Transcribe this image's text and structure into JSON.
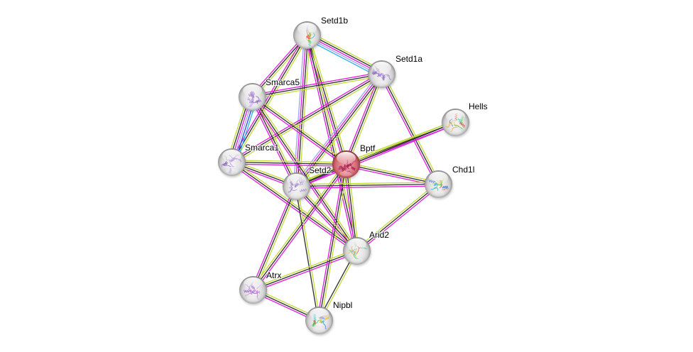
{
  "network": {
    "query_protein": "Bptf",
    "colors": {
      "query_node": "#de7e86",
      "default_node": "#e4e4e4",
      "label_text": "#000000",
      "background": "#ffffff"
    },
    "evidence_order": [
      "textmining",
      "coexpression",
      "experiments",
      "homology",
      "cooccurrence",
      "databases"
    ],
    "evidence_colors": {
      "textmining": "#c3dc3c",
      "coexpression": "#333333",
      "experiments": "#e022e0",
      "homology": "#a3a3f8",
      "cooccurrence": "#2a4ee0",
      "databases": "#30b4e4"
    },
    "nodes": [
      {
        "id": "Bptf",
        "label": "Bptf",
        "is_query": true,
        "structure_colors": [
          "#b01e5a",
          "#c23a70",
          "#8e1a46"
        ]
      },
      {
        "id": "Smarca5",
        "label": "Smarca5",
        "is_query": false,
        "structure_colors": [
          "#a37ad1",
          "#bb95e3",
          "#8e66c0"
        ]
      },
      {
        "id": "Smarca1",
        "label": "Smarca1",
        "is_query": false,
        "structure_colors": [
          "#a37ad1",
          "#bb95e3",
          "#8e66c0"
        ]
      },
      {
        "id": "Setd1a",
        "label": "Setd1a",
        "is_query": false,
        "structure_colors": [
          "#9c74cc",
          "#b893e0",
          "#8160b6"
        ]
      },
      {
        "id": "Setd1b",
        "label": "Setd1b",
        "is_query": false,
        "structure_colors": [
          "#3cc3c8",
          "#78d15a",
          "#e6d54a",
          "#e25a4a",
          "#4a6ae0",
          "#b77ad6"
        ]
      },
      {
        "id": "Setd2",
        "label": "Setd2",
        "is_query": false,
        "structure_colors": [
          "#8f6cbe",
          "#a98bd2"
        ]
      },
      {
        "id": "Hells",
        "label": "Hells",
        "is_query": false,
        "structure_colors": [
          "#e2553a",
          "#f0a437",
          "#e3d446",
          "#62c35f",
          "#34c2b2",
          "#4a74e2"
        ]
      },
      {
        "id": "Chd1l",
        "label": "Chd1l",
        "is_query": false,
        "structure_colors": [
          "#e3765a",
          "#3fb4d6",
          "#3b6fe0",
          "#5fc556",
          "#d5d544"
        ]
      },
      {
        "id": "Arid2",
        "label": "Arid2",
        "is_query": false,
        "structure_colors": [
          "#5ec3e2",
          "#4ec585",
          "#a3d244",
          "#e2c244",
          "#e3884a",
          "#d2644a"
        ]
      },
      {
        "id": "Atrx",
        "label": "Atrx",
        "is_query": false,
        "structure_colors": [
          "#b47ad6",
          "#d58ad5",
          "#9464c4"
        ]
      },
      {
        "id": "Nipbl",
        "label": "Nipbl",
        "is_query": false,
        "structure_colors": [
          "#4a84e2",
          "#44c2d2",
          "#62c35f",
          "#e2c244",
          "#e3884a",
          "#d45454"
        ]
      }
    ],
    "edges": [
      {
        "source": "Setd1b",
        "target": "Setd1a",
        "evidence": [
          "textmining",
          "coexpression",
          "experiments",
          "homology",
          "databases"
        ]
      },
      {
        "source": "Setd1b",
        "target": "Smarca5",
        "evidence": [
          "textmining",
          "coexpression",
          "experiments"
        ]
      },
      {
        "source": "Setd1b",
        "target": "Smarca1",
        "evidence": [
          "textmining",
          "coexpression",
          "experiments"
        ]
      },
      {
        "source": "Setd1b",
        "target": "Setd2",
        "evidence": [
          "textmining",
          "coexpression",
          "experiments",
          "homology"
        ]
      },
      {
        "source": "Setd1b",
        "target": "Bptf",
        "evidence": [
          "textmining",
          "coexpression",
          "experiments"
        ]
      },
      {
        "source": "Setd1b",
        "target": "Arid2",
        "evidence": [
          "textmining",
          "coexpression",
          "experiments"
        ]
      },
      {
        "source": "Setd1a",
        "target": "Smarca5",
        "evidence": [
          "textmining",
          "coexpression",
          "experiments"
        ]
      },
      {
        "source": "Setd1a",
        "target": "Smarca1",
        "evidence": [
          "textmining",
          "coexpression",
          "experiments"
        ]
      },
      {
        "source": "Setd1a",
        "target": "Setd2",
        "evidence": [
          "textmining",
          "coexpression",
          "experiments",
          "homology"
        ]
      },
      {
        "source": "Setd1a",
        "target": "Bptf",
        "evidence": [
          "textmining",
          "coexpression",
          "experiments"
        ]
      },
      {
        "source": "Setd1a",
        "target": "Chd1l",
        "evidence": [
          "textmining",
          "coexpression",
          "experiments"
        ]
      },
      {
        "source": "Smarca1",
        "target": "Smarca5",
        "evidence": [
          "textmining",
          "coexpression",
          "experiments",
          "homology",
          "cooccurrence",
          "databases"
        ]
      },
      {
        "source": "Smarca5",
        "target": "Bptf",
        "evidence": [
          "textmining",
          "coexpression",
          "experiments"
        ]
      },
      {
        "source": "Smarca5",
        "target": "Setd2",
        "evidence": [
          "textmining",
          "coexpression",
          "experiments"
        ]
      },
      {
        "source": "Smarca5",
        "target": "Arid2",
        "evidence": [
          "textmining",
          "coexpression",
          "experiments"
        ]
      },
      {
        "source": "Smarca1",
        "target": "Bptf",
        "evidence": [
          "textmining",
          "coexpression",
          "experiments"
        ]
      },
      {
        "source": "Smarca1",
        "target": "Setd2",
        "evidence": [
          "textmining",
          "coexpression",
          "experiments"
        ]
      },
      {
        "source": "Smarca1",
        "target": "Arid2",
        "evidence": [
          "textmining",
          "coexpression",
          "experiments"
        ]
      },
      {
        "source": "Bptf",
        "target": "Hells",
        "evidence": [
          "textmining",
          "coexpression",
          "experiments"
        ]
      },
      {
        "source": "Setd2",
        "target": "Hells",
        "evidence": [
          "textmining",
          "coexpression",
          "experiments"
        ]
      },
      {
        "source": "Setd2",
        "target": "Bptf",
        "evidence": [
          "textmining",
          "coexpression",
          "experiments"
        ]
      },
      {
        "source": "Bptf",
        "target": "Chd1l",
        "evidence": [
          "textmining",
          "coexpression",
          "experiments"
        ]
      },
      {
        "source": "Bptf",
        "target": "Arid2",
        "evidence": [
          "textmining",
          "coexpression",
          "experiments"
        ]
      },
      {
        "source": "Atrx",
        "target": "Bptf",
        "evidence": [
          "textmining",
          "coexpression",
          "experiments"
        ]
      },
      {
        "source": "Bptf",
        "target": "Nipbl",
        "evidence": [
          "textmining",
          "coexpression",
          "experiments"
        ]
      },
      {
        "source": "Setd2",
        "target": "Chd1l",
        "evidence": [
          "textmining",
          "coexpression",
          "experiments"
        ]
      },
      {
        "source": "Setd2",
        "target": "Arid2",
        "evidence": [
          "textmining",
          "coexpression",
          "experiments"
        ]
      },
      {
        "source": "Setd2",
        "target": "Atrx",
        "evidence": [
          "textmining",
          "coexpression",
          "experiments"
        ]
      },
      {
        "source": "Setd2",
        "target": "Nipbl",
        "evidence": [
          "textmining",
          "coexpression"
        ]
      },
      {
        "source": "Arid2",
        "target": "Chd1l",
        "evidence": [
          "textmining",
          "coexpression",
          "experiments"
        ]
      },
      {
        "source": "Atrx",
        "target": "Arid2",
        "evidence": [
          "textmining",
          "coexpression",
          "experiments"
        ]
      },
      {
        "source": "Arid2",
        "target": "Nipbl",
        "evidence": [
          "textmining",
          "coexpression"
        ]
      },
      {
        "source": "Atrx",
        "target": "Nipbl",
        "evidence": [
          "textmining",
          "coexpression",
          "experiments"
        ]
      }
    ]
  }
}
